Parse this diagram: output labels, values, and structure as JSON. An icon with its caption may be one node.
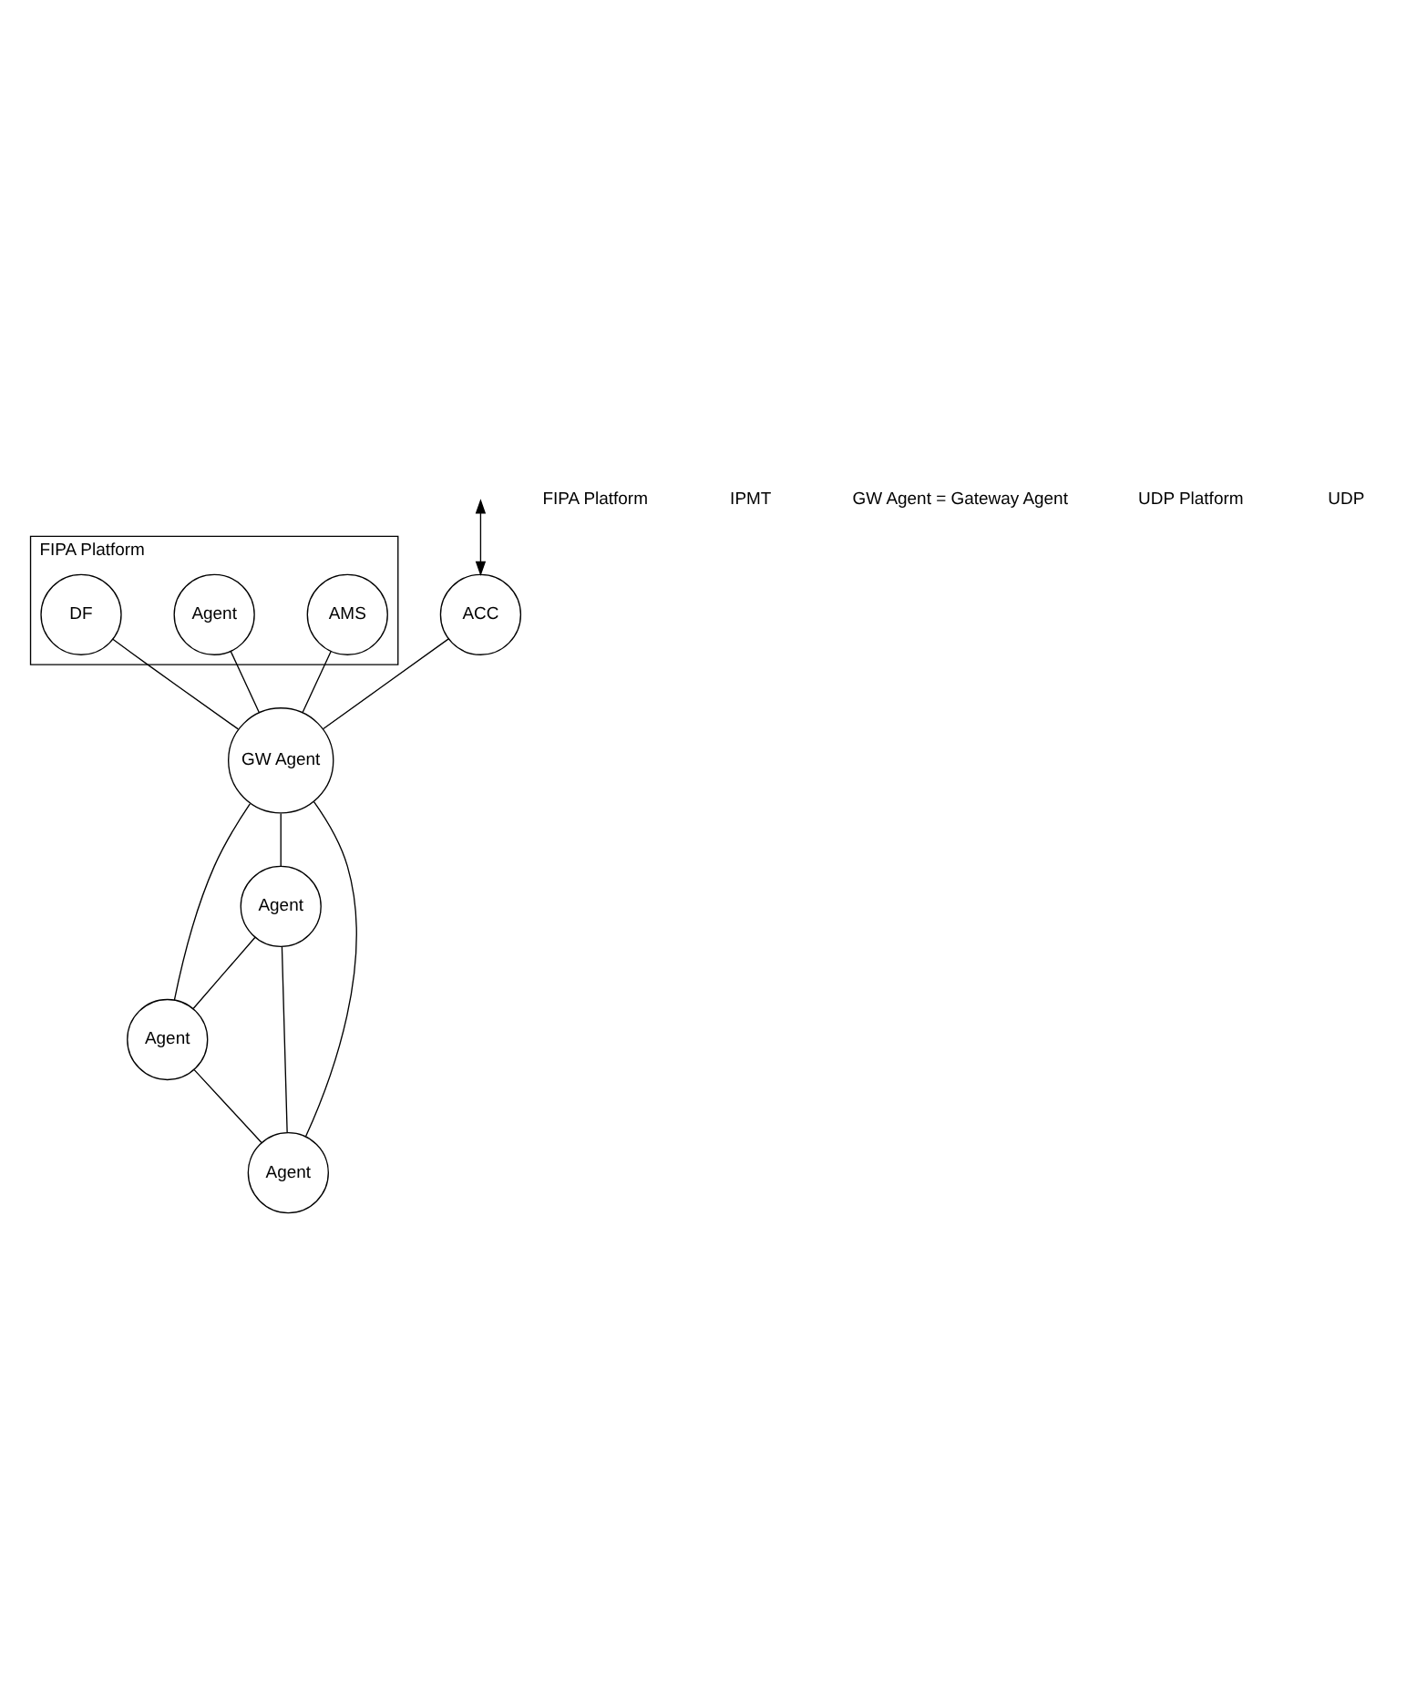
{
  "diagram": {
    "nodes": [
      {
        "text": [
          "FIPA Platform"
        ]
      },
      {
        "text": [
          "ACC"
        ]
      },
      {
        "text": [
          "AMS"
        ],
        "in": 0
      },
      {
        "text": [
          "Agent"
        ],
        "in": 0
      },
      {
        "text": [
          "DF"
        ],
        "in": 0
      },
      {
        "text": [
          "GW Agent"
        ]
      },
      {
        "text": [
          "Agent"
        ]
      },
      {
        "text": [
          "Agent"
        ]
      },
      {
        "text": [
          "Agent"
        ]
      }
    ],
    "edges": [
      {
        "from": null,
        "to": 1,
        "arrow": "both"
      },
      {
        "from": 2,
        "to": 5,
        "arrow": "none"
      },
      {
        "from": 3,
        "to": 5,
        "arrow": "none"
      },
      {
        "from": 1,
        "to": 5,
        "arrow": "none"
      },
      {
        "from": 4,
        "to": 5,
        "arrow": "none"
      },
      {
        "from": 5,
        "to": 6,
        "arrow": "none"
      },
      {
        "from": 5,
        "to": 7,
        "arrow": "none"
      },
      {
        "from": 5,
        "to": 8,
        "arrow": "none"
      },
      {
        "from": 6,
        "to": 7,
        "arrow": "none"
      },
      {
        "from": 7,
        "to": 8,
        "arrow": "none"
      },
      {
        "from": 6,
        "to": 8,
        "arrow": "none"
      }
    ],
    "labels": [
      "FIPA Platform",
      "IPMT",
      "GW Agent = Gateway Agent",
      "UDP Platform",
      "UDP"
    ]
  }
}
